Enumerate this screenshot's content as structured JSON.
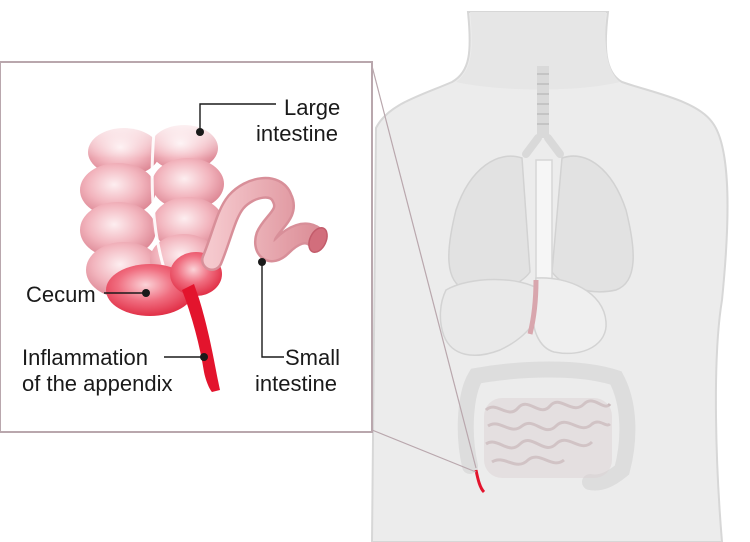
{
  "labels": {
    "large_intestine": [
      "Large",
      "intestine"
    ],
    "cecum": "Cecum",
    "appendix": [
      "Inflammation",
      "of the appendix"
    ],
    "small_intestine": [
      "Small",
      "intestine"
    ]
  },
  "colors": {
    "body_fill": "#ececec",
    "body_outline": "#d7d7d7",
    "colon_pink": "#f3b9c1",
    "inflamed_red": "#e3142d",
    "small_intestine": "#e9a6ad",
    "inset_border": "#b9a7ad",
    "leader_line": "#1a1a1a"
  }
}
